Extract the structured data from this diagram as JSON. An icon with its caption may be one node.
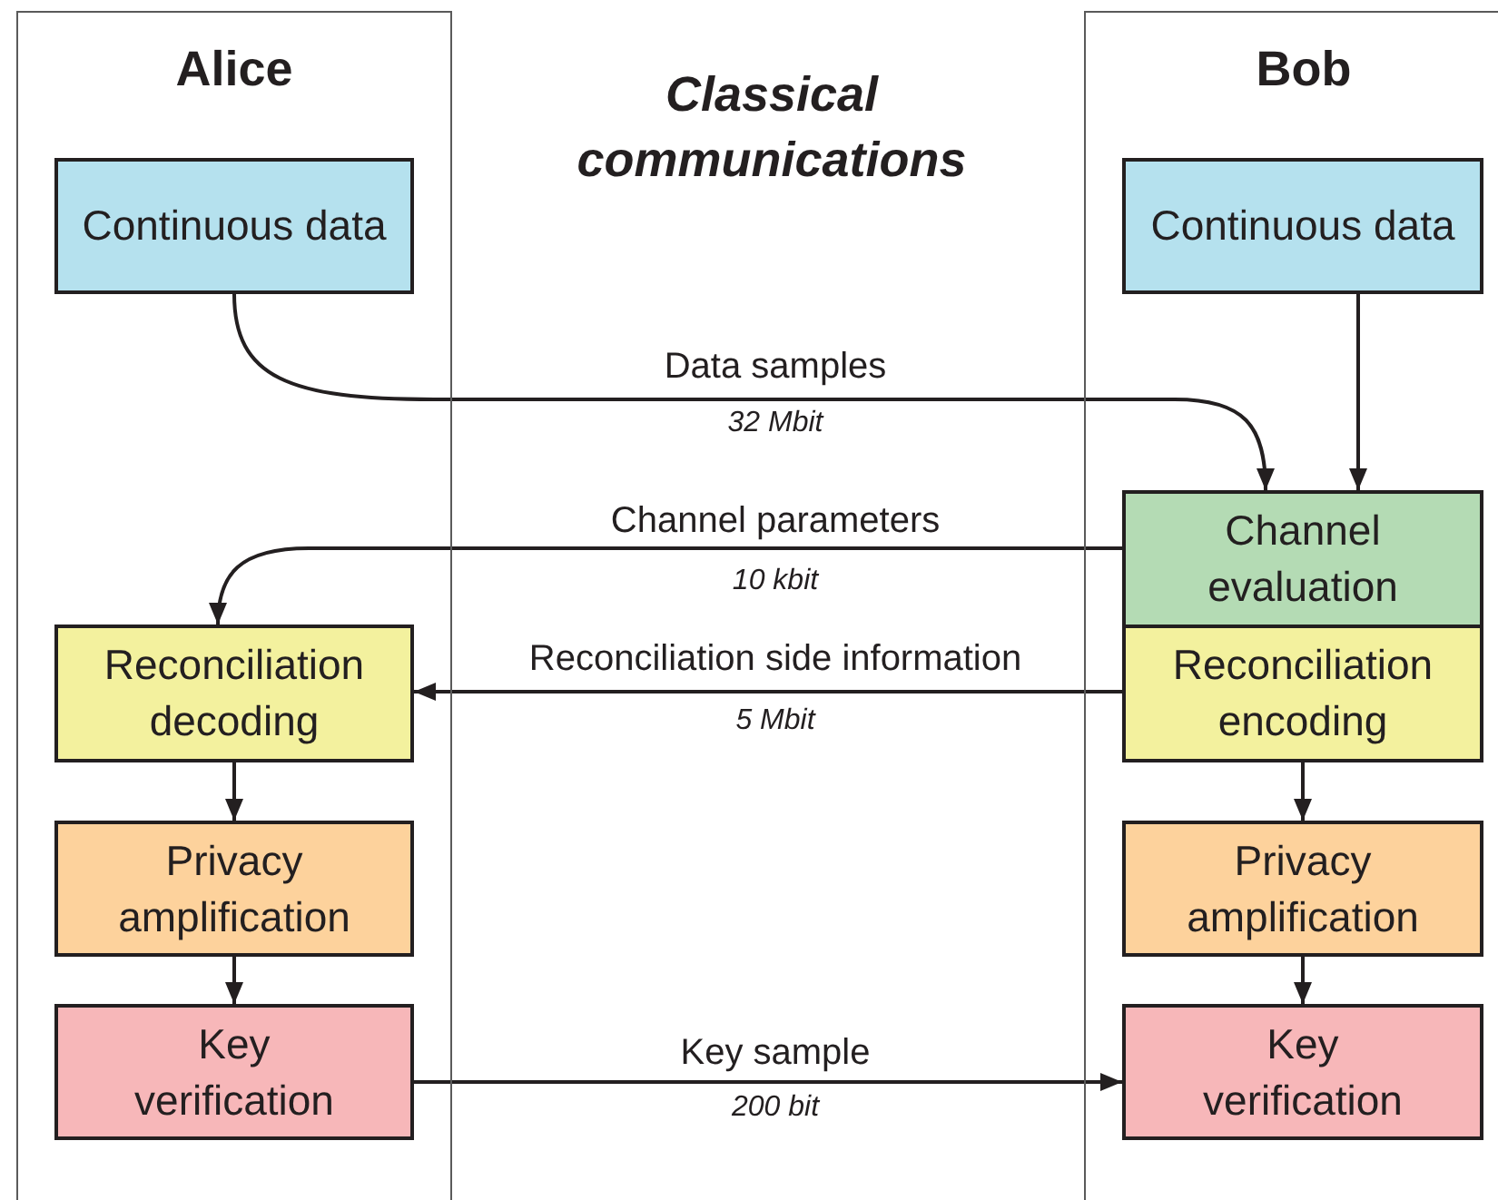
{
  "diagram": {
    "title": "Classical communications",
    "nodes": [
      {
        "text": [
          "Alice"
        ]
      },
      {
        "text": [
          "Bob"
        ]
      },
      {
        "text": [
          "Continuous data"
        ],
        "in": 0
      },
      {
        "text": [
          "Continuous data"
        ],
        "in": 1
      },
      {
        "text": [
          "Channel evaluation"
        ],
        "in": 1
      },
      {
        "text": [
          "Reconciliation decoding"
        ],
        "in": 0
      },
      {
        "text": [
          "Reconciliation encoding"
        ],
        "in": 1
      },
      {
        "text": [
          "Privacy amplification"
        ],
        "in": 0
      },
      {
        "text": [
          "Privacy amplification"
        ],
        "in": 1
      },
      {
        "text": [
          "Key verification"
        ],
        "in": 0
      },
      {
        "text": [
          "Key verification"
        ],
        "in": 1
      }
    ],
    "edges": [
      {
        "from": 2,
        "to": 4,
        "arrow": "to",
        "label": "Data samples"
      },
      {
        "from": 3,
        "to": 4,
        "arrow": "to"
      },
      {
        "from": 4,
        "to": 5,
        "arrow": "to",
        "label": "Channel parameters"
      },
      {
        "from": 6,
        "to": 5,
        "arrow": "to",
        "label": "Reconciliation side information"
      },
      {
        "from": 5,
        "to": 7,
        "arrow": "to"
      },
      {
        "from": 7,
        "to": 9,
        "arrow": "to"
      },
      {
        "from": 6,
        "to": 8,
        "arrow": "to"
      },
      {
        "from": 8,
        "to": 10,
        "arrow": "to"
      },
      {
        "from": 9,
        "to": 10,
        "arrow": "to",
        "label": "Key sample"
      }
    ],
    "labels": [
      "32 Mbit",
      "10 kbit",
      "5 Mbit",
      "200 bit"
    ]
  }
}
